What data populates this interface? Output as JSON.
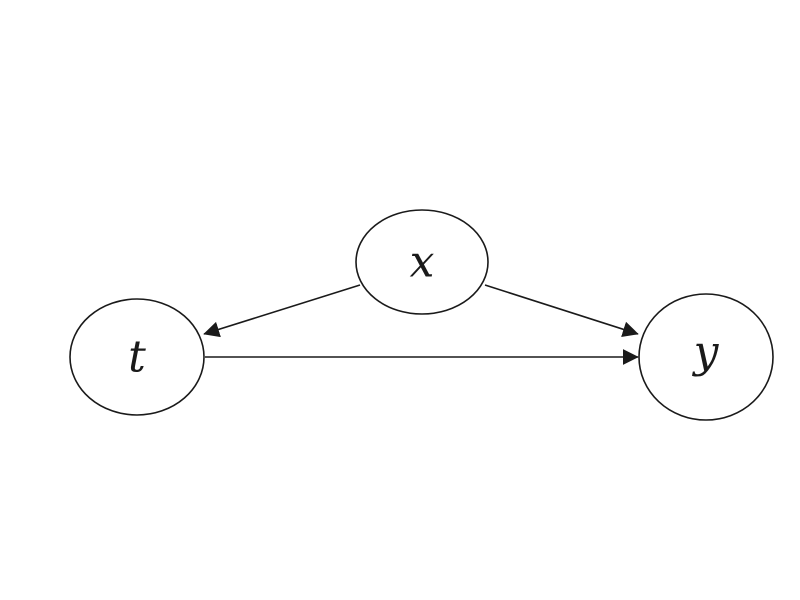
{
  "diagram": {
    "type": "directed-graph",
    "colors": {
      "stroke": "#1a1a1a",
      "node_fill": "#ffffff",
      "background": "#ffffff"
    },
    "nodes": [
      {
        "id": "x",
        "label": "x"
      },
      {
        "id": "t",
        "label": "t"
      },
      {
        "id": "y",
        "label": "y"
      }
    ],
    "edges": [
      {
        "from": "x",
        "to": "t"
      },
      {
        "from": "x",
        "to": "y"
      },
      {
        "from": "t",
        "to": "y"
      }
    ]
  }
}
